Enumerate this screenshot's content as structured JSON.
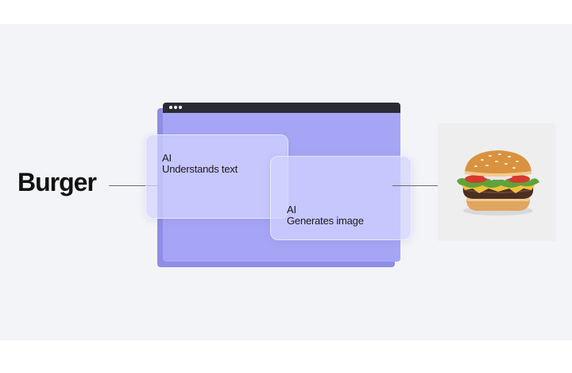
{
  "input": {
    "word": "Burger"
  },
  "cards": [
    {
      "line1": "AI",
      "line2": "Understands text"
    },
    {
      "line1": "AI",
      "line2": "Generates image"
    }
  ],
  "output": {
    "image": "burger-photo"
  },
  "colors": {
    "background": "#f3f4f7",
    "window": "#a6a5f5",
    "window_shadow": "#8f8ee6",
    "titlebar": "#2b2b33",
    "card": "#d2d4ff"
  }
}
